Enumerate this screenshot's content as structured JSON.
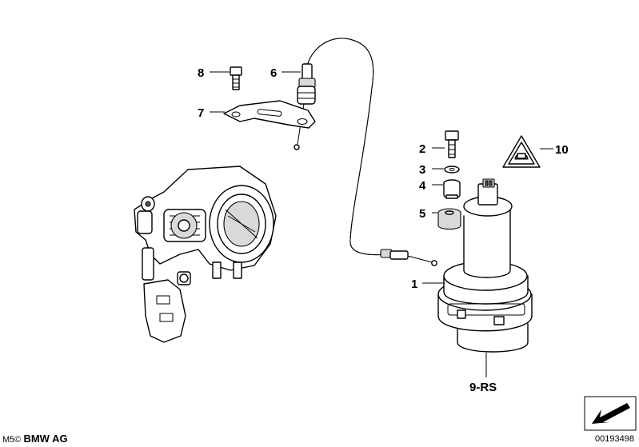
{
  "callouts": {
    "c8": "8",
    "c6": "6",
    "c7": "7",
    "c2": "2",
    "c3": "3",
    "c4": "4",
    "c5": "5",
    "c1": "1",
    "c10": "10",
    "c9rs": "9-RS"
  },
  "footer": {
    "series": "M5",
    "brand": "BMW AG",
    "diagram_number": "00193498"
  },
  "icons": {
    "copyright": "copyright-icon",
    "warning": "warning-triangle-icon",
    "nav": "arrow-box-icon"
  }
}
